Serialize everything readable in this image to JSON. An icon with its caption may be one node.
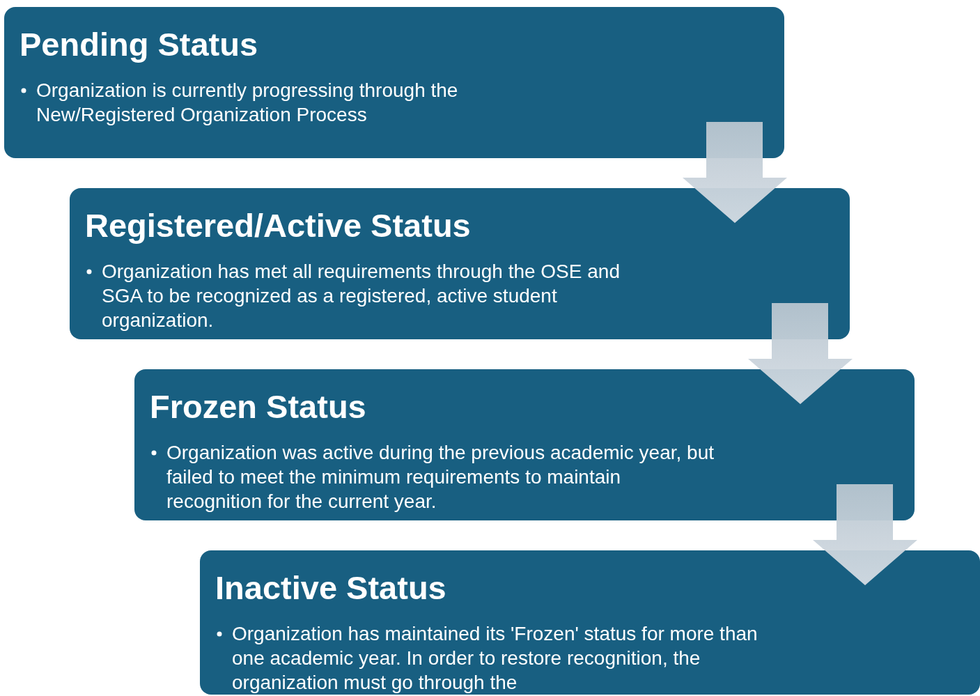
{
  "diagram": {
    "nodes": [
      {
        "text": [
          "Pending Status",
          "Organization is currently progressing through the New/Registered Organization Process"
        ]
      },
      {
        "text": [
          "Registered/Active Status",
          "Organization has met all requirements through the OSE and SGA to be recognized as a registered, active student organization."
        ]
      },
      {
        "text": [
          "Frozen Status",
          "Organization was active during the previous academic year, but failed to meet the minimum requirements to maintain recognition for the current year."
        ]
      },
      {
        "text": [
          "Inactive Status",
          "Organization has maintained its 'Frozen' status for more than one academic year. In order to restore recognition, the organization must go through the"
        ]
      }
    ],
    "edges": [
      {
        "from": 0,
        "to": 1,
        "arrow": "to"
      },
      {
        "from": 1,
        "to": 2,
        "arrow": "to"
      },
      {
        "from": 2,
        "to": 3,
        "arrow": "to"
      }
    ]
  }
}
